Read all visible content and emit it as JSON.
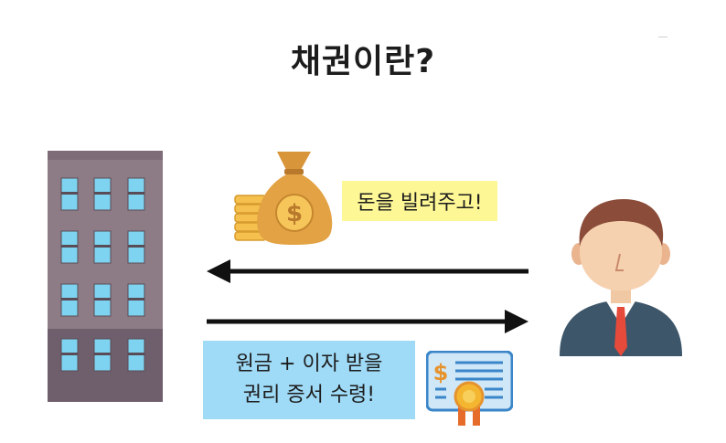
{
  "title": "채권이란?",
  "labels": {
    "lend": "돈을 빌려주고!",
    "receive_line1": "원금 + 이자 받을",
    "receive_line2": "권리 증서 수령!"
  },
  "icons": {
    "building": "building-icon",
    "investor": "businessman-icon",
    "money": "money-bag-icon",
    "certificate": "certificate-icon"
  },
  "colors": {
    "lend_highlight": "#fdf796",
    "receive_highlight": "#9fdaf6",
    "arrow": "#111111",
    "building": "#8d7b86",
    "building_dark": "#6f5e6b",
    "window": "#7ed3f0",
    "suit": "#3d5669",
    "tie": "#e64a3b",
    "money_bag": "#e3a344",
    "coin": "#f5c04e",
    "certificate": "#cfe7f7"
  }
}
